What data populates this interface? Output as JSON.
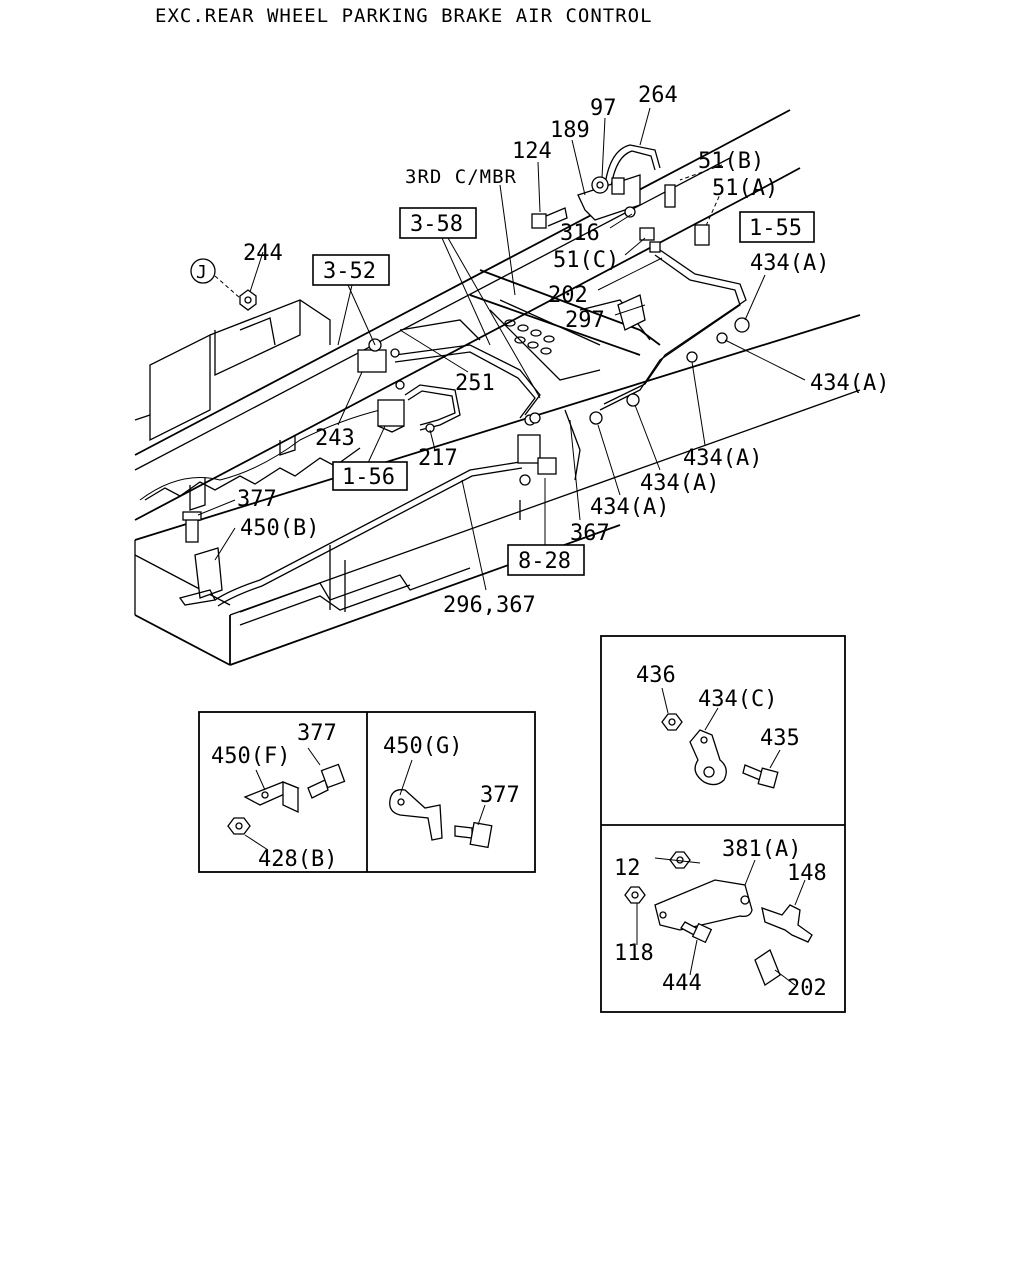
{
  "title": "EXC.REAR WHEEL PARKING BRAKE AIR CONTROL",
  "main_labels": {
    "l264": "264",
    "l97": "97",
    "l189": "189",
    "l124": "124",
    "l51b": "51(B)",
    "l51a": "51(A)",
    "l3rd": "3RD C/MBR",
    "l316": "316",
    "l51c": "51(C)",
    "l202": "202",
    "l297": "297",
    "l434a_1": "434(A)",
    "l434a_2": "434(A)",
    "l434a_3": "434(A)",
    "l434a_4": "434(A)",
    "l434a_5": "434(A)",
    "l244": "244",
    "lJ": "J",
    "l251": "251",
    "l243": "243",
    "l217": "217",
    "l377": "377",
    "l450b": "450(B)",
    "l367": "367",
    "l296": "296,367"
  },
  "ref_boxes": {
    "r358": "3-58",
    "r155": "1-55",
    "r352": "3-52",
    "r156": "1-56",
    "r828": "8-28"
  },
  "inset_f": {
    "l450f": "450(F)",
    "l377": "377",
    "l428b": "428(B)"
  },
  "inset_g": {
    "l450g": "450(G)",
    "l377": "377"
  },
  "inset_c": {
    "l436": "436",
    "l434c": "434(C)",
    "l435": "435"
  },
  "inset_d": {
    "l12": "12",
    "l381a": "381(A)",
    "l148": "148",
    "l118": "118",
    "l444": "444",
    "l202": "202"
  }
}
